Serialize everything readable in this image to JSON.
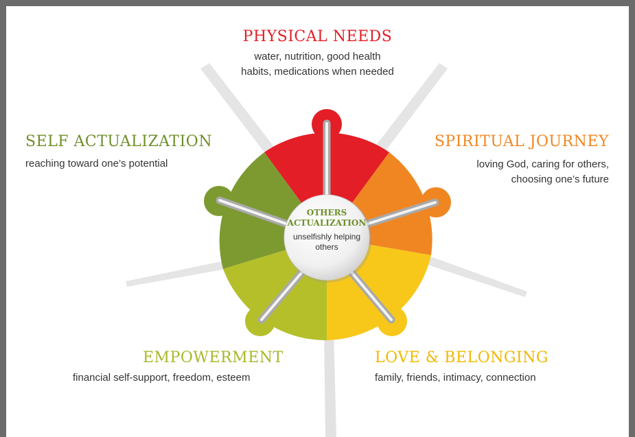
{
  "center": {
    "title_line1": "OTHERS",
    "title_line2": "ACTUALIZATION",
    "description_line1": "unselfishly helping",
    "description_line2": "others"
  },
  "sections": {
    "physical": {
      "title": "PHYSICAL NEEDS",
      "line1": "water, nutrition, good health",
      "line2": "habits, medications when needed",
      "color": "#e31e26"
    },
    "spiritual": {
      "title": "SPIRITUAL JOURNEY",
      "line1": "loving God, caring for others,",
      "line2": "choosing one’s future",
      "color": "#f08622"
    },
    "love": {
      "title": "LOVE & BELONGING",
      "line1": "family, friends, intimacy, connection",
      "color": "#f2c200"
    },
    "empowerment": {
      "title": "EMPOWERMENT",
      "line1": "financial self-support, freedom, esteem",
      "color": "#a6b928"
    },
    "self": {
      "title": "SELF ACTUALIZATION",
      "line1": "reaching toward one’s potential",
      "color": "#6e8f2a"
    }
  },
  "colors": {
    "frame": "#6b6b6b",
    "red": "#e31e26",
    "orange": "#f08622",
    "yellow": "#f7c81a",
    "lime": "#b5bf2a",
    "green": "#7d9a31"
  }
}
